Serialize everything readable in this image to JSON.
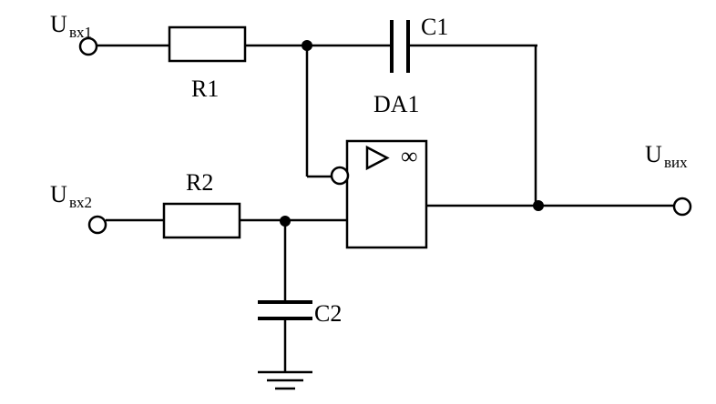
{
  "labels": {
    "in1_main": "U",
    "in1_sub": "вх1",
    "in2_main": "U",
    "in2_sub": "вх2",
    "out_main": "U",
    "out_sub": "вих",
    "r1": "R1",
    "r2": "R2",
    "c1": "C1",
    "c2": "C2",
    "da1": "DA1",
    "infinity": "∞"
  }
}
